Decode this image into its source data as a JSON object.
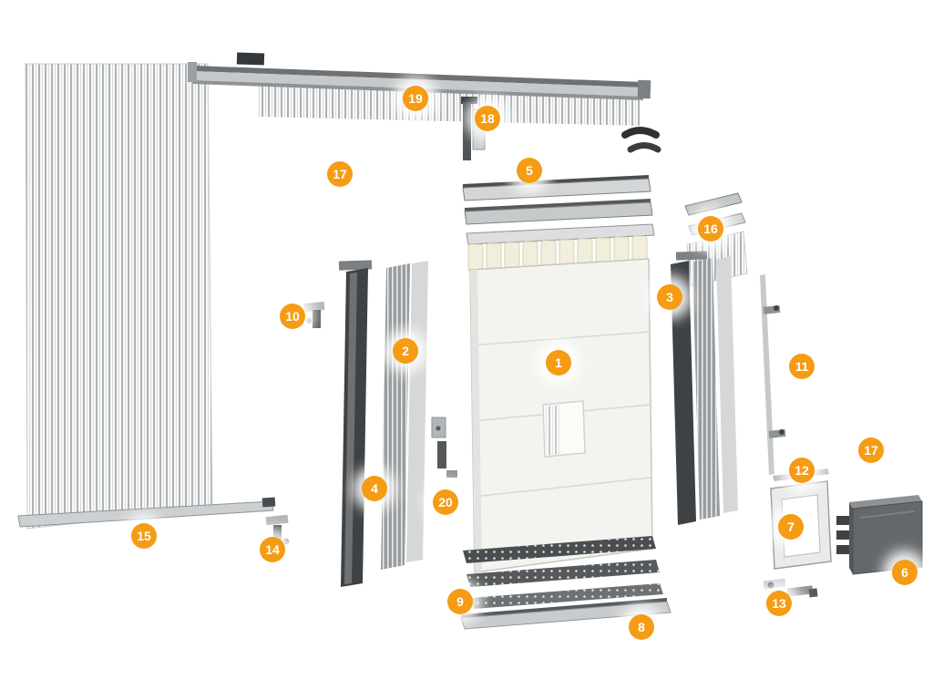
{
  "diagram": {
    "type": "exploded-parts-diagram",
    "badge_color": "#F59C14",
    "badge_text_color": "#FFFFFF",
    "background_color": "#FFFFFF",
    "callouts": [
      {
        "label": "19"
      },
      {
        "label": "18"
      },
      {
        "label": "17"
      },
      {
        "label": "5"
      },
      {
        "label": "16"
      },
      {
        "label": "3"
      },
      {
        "label": "10"
      },
      {
        "label": "2"
      },
      {
        "label": "1"
      },
      {
        "label": "11"
      },
      {
        "label": "17"
      },
      {
        "label": "12"
      },
      {
        "label": "4"
      },
      {
        "label": "20"
      },
      {
        "label": "7"
      },
      {
        "label": "15"
      },
      {
        "label": "14"
      },
      {
        "label": "6"
      },
      {
        "label": "9"
      },
      {
        "label": "13"
      },
      {
        "label": "8"
      }
    ]
  }
}
